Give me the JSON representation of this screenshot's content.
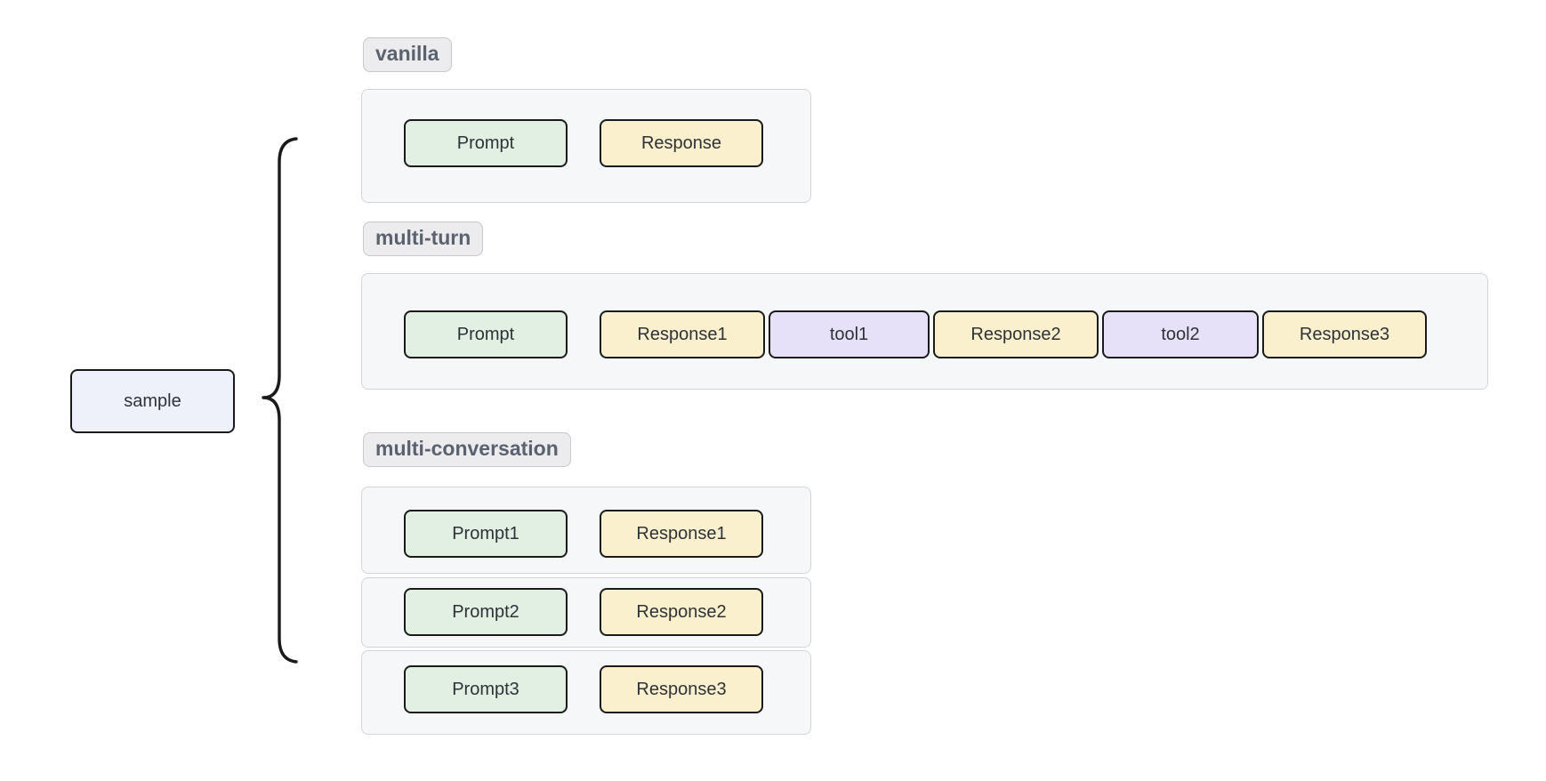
{
  "colors": {
    "prompt_fill": "#e2f0e3",
    "response_fill": "#fbf0ce",
    "tool_fill": "#e7e0f9",
    "sample_fill": "#eef1fa",
    "node_border": "#1a1a1a",
    "container_fill": "#f6f7f8",
    "container_border": "#d2d4d9",
    "label_fill": "#ececee",
    "label_border": "#c6c8cc",
    "label_text": "#5b616e"
  },
  "diagram": {
    "sample": {
      "label": "sample"
    },
    "vanilla": {
      "label": "vanilla",
      "nodes": [
        {
          "type": "prompt",
          "label": "Prompt"
        },
        {
          "type": "response",
          "label": "Response"
        }
      ]
    },
    "multi_turn": {
      "label": "multi-turn",
      "nodes": [
        {
          "type": "prompt",
          "label": "Prompt"
        },
        {
          "type": "response",
          "label": "Response1"
        },
        {
          "type": "tool",
          "label": "tool1"
        },
        {
          "type": "response",
          "label": "Response2"
        },
        {
          "type": "tool",
          "label": "tool2"
        },
        {
          "type": "response",
          "label": "Response3"
        }
      ]
    },
    "multi_conversation": {
      "label": "multi-conversation",
      "conversations": [
        {
          "nodes": [
            {
              "type": "prompt",
              "label": "Prompt1"
            },
            {
              "type": "response",
              "label": "Response1"
            }
          ]
        },
        {
          "nodes": [
            {
              "type": "prompt",
              "label": "Prompt2"
            },
            {
              "type": "response",
              "label": "Response2"
            }
          ]
        },
        {
          "nodes": [
            {
              "type": "prompt",
              "label": "Prompt3"
            },
            {
              "type": "response",
              "label": "Response3"
            }
          ]
        }
      ]
    }
  }
}
